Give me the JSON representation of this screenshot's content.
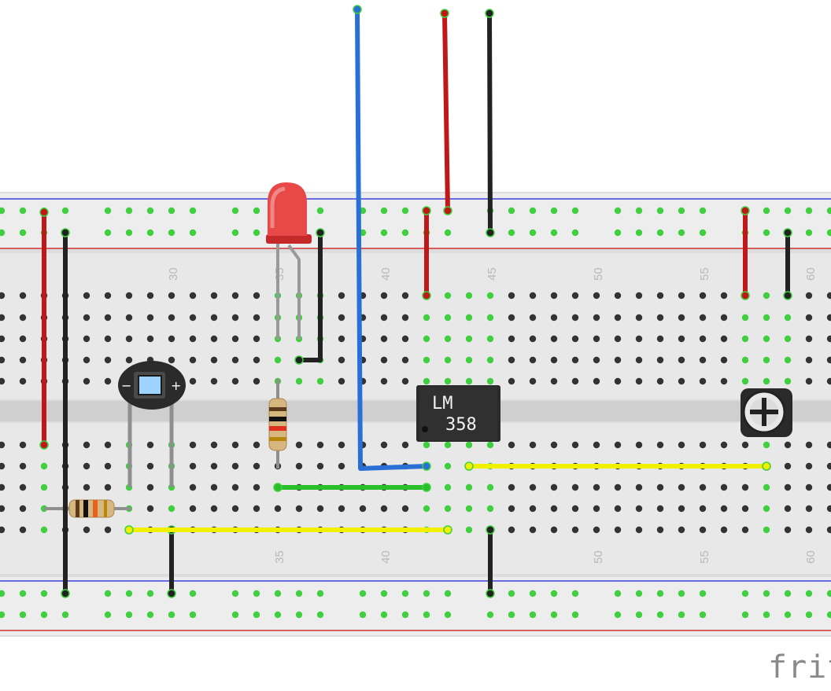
{
  "breadboard": {
    "column_numbers": [
      "30",
      "35",
      "40",
      "45",
      "50",
      "55",
      "60"
    ],
    "colors": {
      "board": "#dedede",
      "rail_blue_line": "#3f3fe0",
      "rail_red_line": "#d03030",
      "hole": "#333333",
      "connected_hole": "#3fcf3f"
    }
  },
  "components": {
    "op_amp": {
      "line1": "LM",
      "line2": "358"
    },
    "led": {
      "color": "#e53b3b"
    },
    "photo_sensor": {
      "minus": "−",
      "plus": "+"
    },
    "potentiometer": {
      "label": "potentiometer"
    }
  },
  "wires": {
    "colors": {
      "red": "#c01818",
      "black": "#222222",
      "blue": "#2a6fd6",
      "yellow": "#f0f000",
      "green": "#2ac02a"
    }
  },
  "brand": {
    "text": "frit"
  }
}
